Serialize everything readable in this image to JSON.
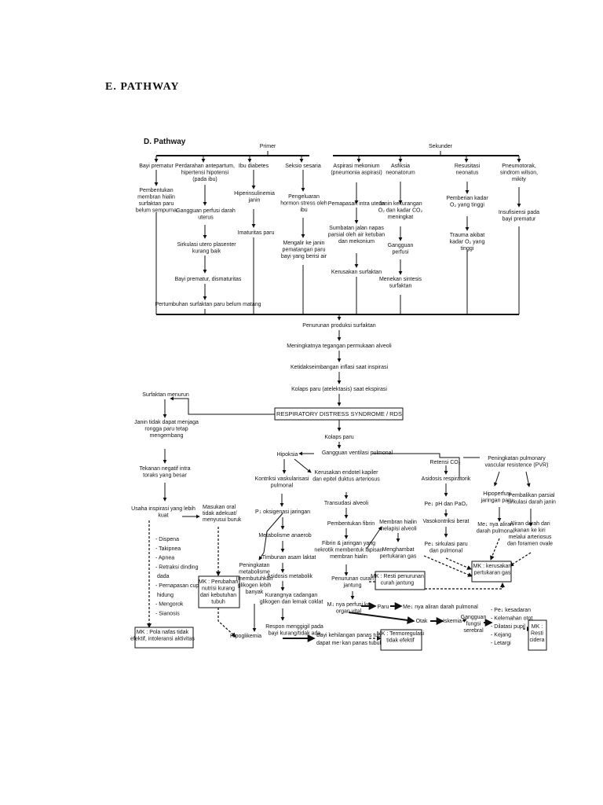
{
  "page": {
    "heading": "E.  PATHWAY"
  },
  "diagram": {
    "title": "D. Pathway",
    "groups": {
      "primer": "Primer",
      "sekunder": "Sekunder"
    },
    "causes": {
      "bayi_prematur": "Bayi prematur",
      "perdarahan": [
        "Perdarahan antepartum,",
        "hipertensi hipotensi",
        "(pada ibu)"
      ],
      "ibu_diabetes": "Ibu diabetes",
      "seksio": "Seksio sesaria",
      "aspirasi": [
        "Aspirasi mekonium",
        "(pneumonia aspirasi)"
      ],
      "asfiksia": [
        "Asfiksia",
        "neonatorum"
      ],
      "resusitasi": [
        "Resusitasi",
        "neonatus"
      ],
      "pneumotorak": [
        "Pneumotorak,",
        "sindrom wilson,",
        "mikity"
      ]
    },
    "col1": {
      "pembentukan": [
        "Pembentukan",
        "membran hialin",
        "surfaktan paru",
        "belum sempurna"
      ]
    },
    "col2": {
      "gangguan_perfusi": [
        "Gangguan perfusi darah",
        "uterus"
      ],
      "sirkulasi": [
        "Sirkulasi utero plasenter",
        "kurang baik"
      ],
      "bayi_dismaturitas": "Bayi prematur, dismaturitas",
      "pertumbuhan": "Pertumbuhan surfaktan paru belum matang"
    },
    "col3": {
      "hiperinsulinemia": [
        "Hiperinsulinemia",
        "janin"
      ],
      "imaturitas": "Imaturitas paru"
    },
    "col4": {
      "pengeluaran": [
        "Pengeluaran",
        "hormon stress oleh",
        "ibu"
      ],
      "mengalir": [
        "Mengalir ke janin",
        "pematangan paru",
        "bayi yang berisi air"
      ]
    },
    "col5": {
      "pemapasan": "Pemapasan intra uterin",
      "sumbatan": [
        "Sumbatan jalan napas",
        "parsial oleh air ketuban",
        "dan mekonium"
      ],
      "kerusakan_surfaktan": "Kerusakan surfaktan"
    },
    "col6": {
      "janin_kekurangan": [
        "Janin kekurangan",
        "O₂ dan kadar CO₂",
        "meningkat"
      ],
      "gangguan_perfusi": [
        "Gangguan",
        "perfusi"
      ],
      "menekan_sintesis": [
        "Menekan sintesis",
        "surfaktan"
      ]
    },
    "col7": {
      "pemberian": [
        "Pemberian kadar",
        "O₂ yang tinggi"
      ],
      "trauma": [
        "Trauma akibat",
        "kadar O₂ yang",
        "tinggi"
      ]
    },
    "col8": {
      "insufisiensi": [
        "Insufisiensi pada",
        "bayi prematur"
      ]
    },
    "chain": {
      "penurunan_produksi": "Penurunan produksi surfaktan",
      "meningkatnya_tegangan": "Meningkatnya tegangan permukaan alveoli",
      "ketidakseimbangan": "Ketidakseimbangan inflasi saat inspirasi",
      "kolaps_ekspirasi": "Kolaps paru (atelektasis) saat ekspirasi",
      "rds": "RESPIRATORY DISTRESS SYNDROME / RDS",
      "kolaps_paru": "Kolaps paru",
      "gangguan_ventilasi": "Gangguan ventilasi pulmonal"
    },
    "left": {
      "surfaktan_menurun": "Surfaktan menurun",
      "janin_tidak": [
        "Janin tidak dapat menjaga",
        "rongga paru tetap",
        "mengembang"
      ],
      "tekanan_negatif": [
        "Tekanan negatif intra",
        "toraks yang besar"
      ],
      "usaha_inspirasi": [
        "Usaha inspirasi yang lebih",
        "kuat"
      ],
      "masukan_oral": [
        "Masukan oral",
        "tidak adekuat/",
        "menyusui buruk"
      ],
      "symptoms": [
        "- Dispena",
        "- Takipnea",
        "- Apnea",
        "- Retraksi dinding",
        "  dada",
        "- Pernapasan cuping",
        "  hidung",
        "- Mengorok",
        "- Sianosis"
      ],
      "mk_nutrisi": [
        "MK : Perubahan",
        "nutrisi kurang",
        "dari kebutuhan",
        "tubuh"
      ],
      "mk_pola": [
        "MK : Pola nafas tidak",
        "efektif, intoleransi aktivitas"
      ]
    },
    "middle": {
      "hipoksia": "Hipoksia",
      "kontriksi": [
        "Kontriksi vaskularisasi",
        "pulmonal"
      ],
      "p_oksigenasi": "P↓ oksigenasi jaringan",
      "metabolisme_anaerob": "Metabolisme anaerob",
      "timbunan": "Timbunan asam laktat",
      "asidosis_metabolik": "Asidosis metabolik",
      "kurangnya_cadangan": [
        "Kurangnya cadangan",
        "glikogen dan lemak coklat"
      ],
      "respon": [
        "Respon menggigil pada",
        "bayi kurang/tidak ada"
      ],
      "peningkatan_metabolisme": [
        "Peningkatan",
        "metabolisme",
        "(membutuhkan",
        "glikogen lebih",
        "banyak"
      ],
      "hipoglikemia": "Hipoglikemia",
      "kerusakan_endotel": [
        "Kerusakan endotel kapiler",
        "dan epitel duktus arteriosus"
      ],
      "transudasi": "Transudasi alveoli",
      "pembentukan_fibrin": "Pembentukan fibrin",
      "fibrin_jaringan": [
        "Fibrin & jaringan yang",
        "nekrotik membentuk lapisan",
        "membran hialin"
      ],
      "membran_hialin": [
        "Membran hialin",
        "melapisi alveoli"
      ],
      "menghambat": [
        "Menghambat",
        "pertukaran gas"
      ],
      "penurunan_curah": [
        "Penurunan curah",
        "jantung"
      ],
      "mk_curah": [
        "MK : Resti penurunan",
        "curah jantung"
      ],
      "perfusi_organ": [
        "M↓ nya perfusi ke",
        "organ vital"
      ],
      "paru": "Paru",
      "aliran_pulmonal": "Me↓ nya aliran darah pulmonal",
      "otak": "Otak",
      "iskemia": "Iskemia",
      "bayi_kehilangan": [
        "Bayi kehilangan panas tubuh/tdk",
        "dapat me↑kan panas tubuh"
      ],
      "mk_termoregulasi": [
        "MK : Termoregulasi",
        "tidak efektif"
      ]
    },
    "right": {
      "retensi": "Retensi CO₂",
      "asidosis_respiratorik": "Asidosis respiratorik",
      "pe_ph": "Pe↓ pH dan PaO₂",
      "vasokontriksi": "Vasokontriksi berat",
      "pe_sirkulasi": [
        "Pe↓ sirkulasi paru",
        "dan pulmonal"
      ],
      "peningkatan_pvr": [
        "Peningkatan pulmonary",
        "vascular resistence (PVR)"
      ],
      "hipoperfusi": [
        "Hipoperfusi",
        "jaringan paru"
      ],
      "pembalikan": [
        "Pembalikan parsial",
        "sirkulasi darah janin"
      ],
      "me_aliran": [
        "Me↓ nya aliran",
        "darah pulmonal"
      ],
      "aliran_kanan": [
        "Aliran darah dari",
        "kanan ke kiri",
        "melalui arteriosus",
        "dan foramen ovale"
      ],
      "mk_kerusakan": [
        "MK : kerusakan",
        "pertukaran gas"
      ],
      "gangguan_fungsi": [
        "Gangguan",
        "fungsi",
        "serebral"
      ],
      "neuro": [
        "- Pe↓ kesadaran",
        "- Kelemahan otot",
        "- Dilatasi pupil",
        "- Kejang",
        "- Letargi"
      ],
      "mk_resti": [
        "MK :",
        "Resti",
        "cidera"
      ]
    }
  }
}
